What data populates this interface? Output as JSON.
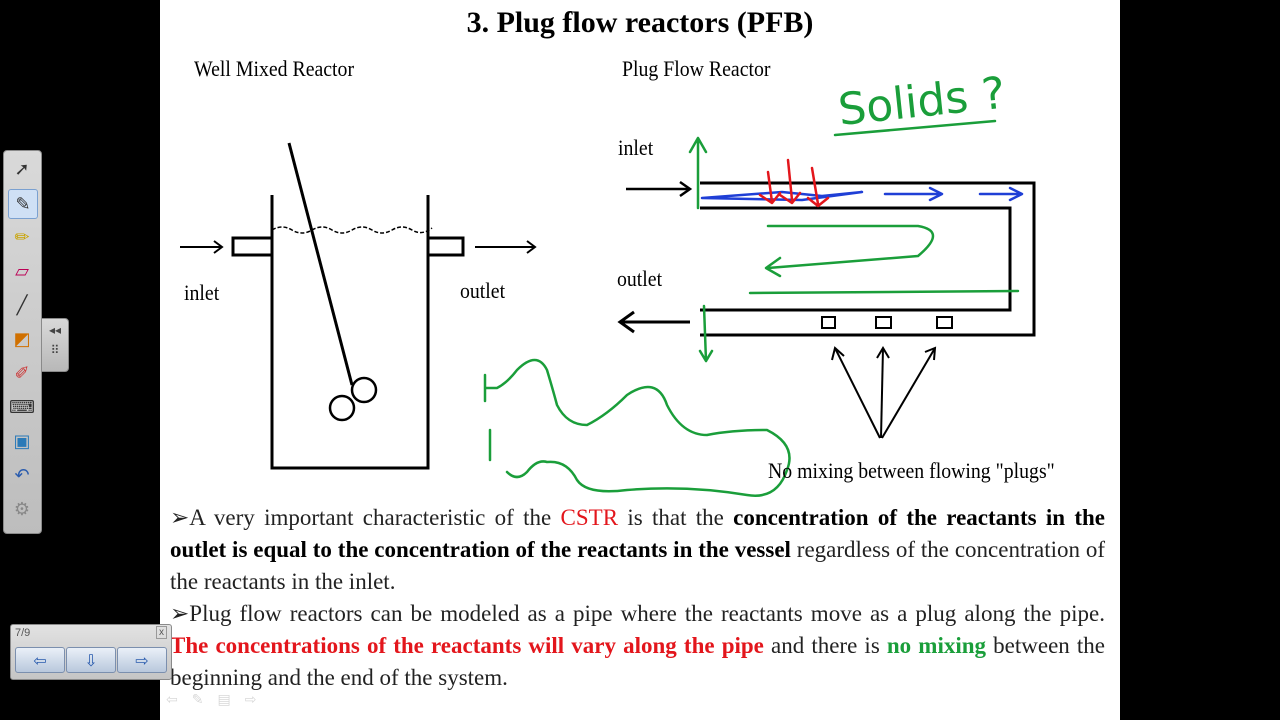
{
  "slide": {
    "title": "3. Plug flow reactors (PFB)",
    "well_mixed_label": "Well Mixed Reactor",
    "plug_flow_label": "Plug Flow Reactor",
    "wm_inlet": "inlet",
    "wm_outlet": "outlet",
    "pf_inlet": "inlet",
    "pf_outlet": "outlet",
    "plugs_caption": "No mixing between flowing \"plugs\"",
    "annotation_handwritten": "Solids ?",
    "bullet1": {
      "marker": "➢",
      "t1": "A very important characteristic of the ",
      "t2": "CSTR",
      "t3": " is that the ",
      "t4": "concentration of the reactants in the outlet is equal to the concentration of the reactants in the vessel",
      "t5": " regardless of the concentration of the reactants in the inlet."
    },
    "bullet2": {
      "marker": "➢",
      "t1": "Plug flow reactors can be modeled as a pipe where the reactants move as a plug along the pipe.  ",
      "t2": "The concentrations of the reactants will vary along the pipe",
      "t3": " and there is ",
      "t4": "no mixing",
      "t5": " between the beginning and the end of the system."
    },
    "colors": {
      "red": "#e3161c",
      "green": "#1a9e3a",
      "blue": "#1f3fd6"
    }
  },
  "toolbar": {
    "tools": [
      "select-icon",
      "pen-icon",
      "highlighter-icon",
      "eraser-icon",
      "line-icon",
      "shapes-icon",
      "magic-pen-icon",
      "keyboard-icon",
      "notebook-icon",
      "undo-icon",
      "settings-icon"
    ]
  },
  "pagenav": {
    "counter": "7/9",
    "close": "x"
  }
}
